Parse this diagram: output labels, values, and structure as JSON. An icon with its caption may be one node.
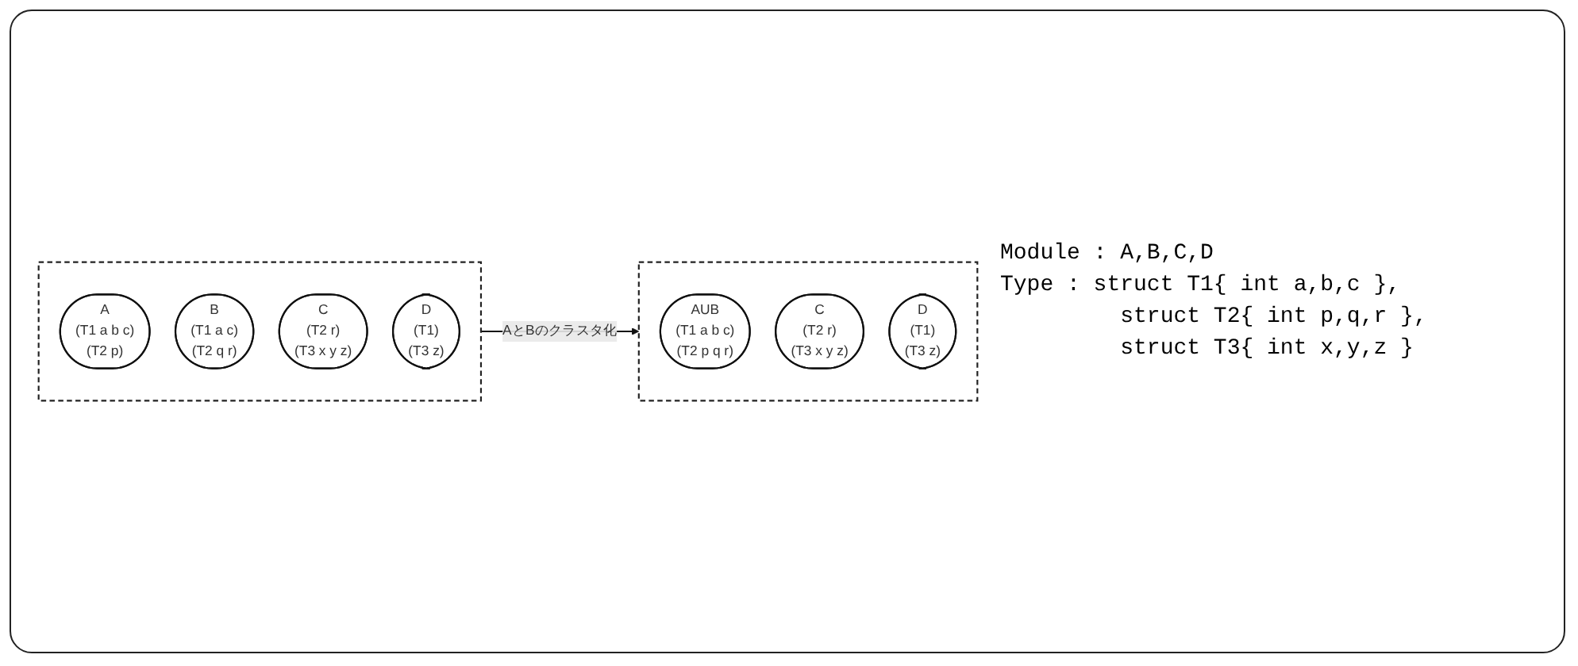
{
  "diagram": {
    "nodes": [
      {
        "text": [],
        "shape": "box"
      },
      {
        "text": [
          "A",
          "(T1 a b c)",
          "(T2 p)"
        ],
        "in": 0
      },
      {
        "text": [
          "B",
          "(T1 a c)",
          "(T2 q r)"
        ],
        "in": 0
      },
      {
        "text": [
          "C",
          "(T2 r)",
          "(T3 x y z)"
        ],
        "in": 0
      },
      {
        "text": [
          "D",
          "(T1)",
          "(T3 z)"
        ],
        "in": 0
      },
      {
        "text": [],
        "shape": "box"
      },
      {
        "text": [
          "AUB",
          "(T1 a b c)",
          "(T2 p q r)"
        ],
        "in": 5
      },
      {
        "text": [
          "C",
          "(T2 r)",
          "(T3 x y z)"
        ],
        "in": 5
      },
      {
        "text": [
          "D",
          "(T1)",
          "(T3 z)"
        ],
        "in": 5
      }
    ],
    "edges": [
      {
        "from": 0,
        "to": 5,
        "arrow": "to",
        "label": "AとBのクラスタ化"
      }
    ],
    "labels": [
      "Module : A,B,C,D",
      "Type : struct T1{ int a,b,c },",
      "struct T2{ int p,q,r },",
      "struct T3{ int x,y,z }"
    ]
  }
}
